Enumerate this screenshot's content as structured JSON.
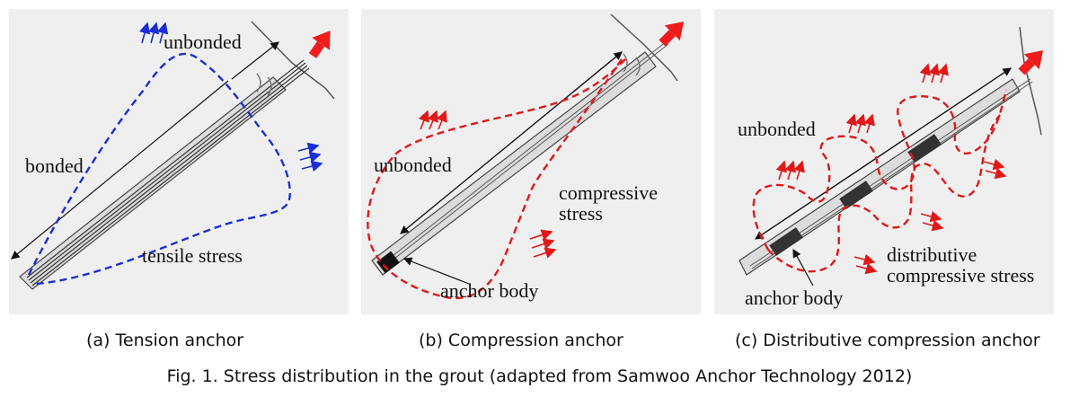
{
  "panels": [
    {
      "labels": {
        "unbonded": "unbonded",
        "bonded": "bonded",
        "stress": "tensile stress"
      },
      "caption": "(a) Tension anchor"
    },
    {
      "labels": {
        "unbonded": "unbonded",
        "stress": "compressive stress",
        "anchor_body": "anchor body"
      },
      "caption": "(b) Compression anchor"
    },
    {
      "labels": {
        "unbonded": "unbonded",
        "stress": "distributive compressive stress",
        "anchor_body": "anchor body"
      },
      "caption": "(c) Distributive compression anchor"
    }
  ],
  "figure_caption": "Fig. 1. Stress distribution in the grout (adapted from Samwoo Anchor Technology 2012)",
  "colors": {
    "tensile": "#1a2fd6",
    "compressive": "#e01818",
    "pull_arrow": "#ee1c1c",
    "grout": "#dcdcdc",
    "tendon": "#333333"
  }
}
